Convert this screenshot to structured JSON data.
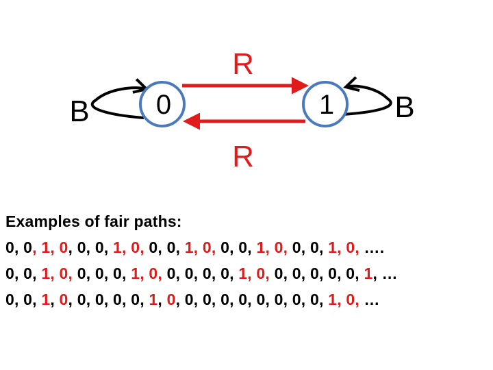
{
  "colors": {
    "red": "#e01b1b",
    "black": "#000000",
    "node_stroke": "#4a7abd",
    "node_fill": "#ffffff"
  },
  "diagram": {
    "nodes": [
      {
        "id": "0",
        "label": "0"
      },
      {
        "id": "1",
        "label": "1"
      }
    ],
    "edges": [
      {
        "from": "0",
        "to": "1",
        "label": "R",
        "color": "#e01b1b"
      },
      {
        "from": "1",
        "to": "0",
        "label": "R",
        "color": "#e01b1b"
      },
      {
        "from": "0",
        "to": "0",
        "label": "B",
        "color": "#000000"
      },
      {
        "from": "1",
        "to": "1",
        "label": "B",
        "color": "#000000"
      }
    ]
  },
  "examples": {
    "heading": "Examples of fair paths:",
    "lines": [
      [
        {
          "t": "0, 0",
          "c": "black"
        },
        {
          "t": ", 1, 0",
          "c": "red"
        },
        {
          "t": ", 0, 0, ",
          "c": "black"
        },
        {
          "t": "1, 0,",
          "c": "red"
        },
        {
          "t": " 0, 0, ",
          "c": "black"
        },
        {
          "t": "1, 0,",
          "c": "red"
        },
        {
          "t": " 0, 0, ",
          "c": "black"
        },
        {
          "t": "1, 0,",
          "c": "red"
        },
        {
          "t": " 0, 0, ",
          "c": "black"
        },
        {
          "t": "1, 0,",
          "c": "red"
        },
        {
          "t": " ….",
          "c": "black"
        }
      ],
      [
        {
          "t": "0, 0, ",
          "c": "black"
        },
        {
          "t": "1, 0,",
          "c": "red"
        },
        {
          "t": " 0, 0, 0, ",
          "c": "black"
        },
        {
          "t": "1, 0,",
          "c": "red"
        },
        {
          "t": " 0, 0, 0, 0, ",
          "c": "black"
        },
        {
          "t": "1, 0,",
          "c": "red"
        },
        {
          "t": " 0, 0, 0, 0, 0, ",
          "c": "black"
        },
        {
          "t": "1",
          "c": "red"
        },
        {
          "t": ", …",
          "c": "black"
        }
      ],
      [
        {
          "t": "0, 0, ",
          "c": "black"
        },
        {
          "t": "1",
          "c": "red"
        },
        {
          "t": ", ",
          "c": "black"
        },
        {
          "t": "0",
          "c": "red"
        },
        {
          "t": ", 0, 0, 0, 0, ",
          "c": "black"
        },
        {
          "t": "1",
          "c": "red"
        },
        {
          "t": ", ",
          "c": "black"
        },
        {
          "t": "0",
          "c": "red"
        },
        {
          "t": ", 0, 0, 0, 0, 0, 0, 0, 0, ",
          "c": "black"
        },
        {
          "t": "1, 0,",
          "c": "red"
        },
        {
          "t": " …",
          "c": "black"
        }
      ]
    ]
  }
}
